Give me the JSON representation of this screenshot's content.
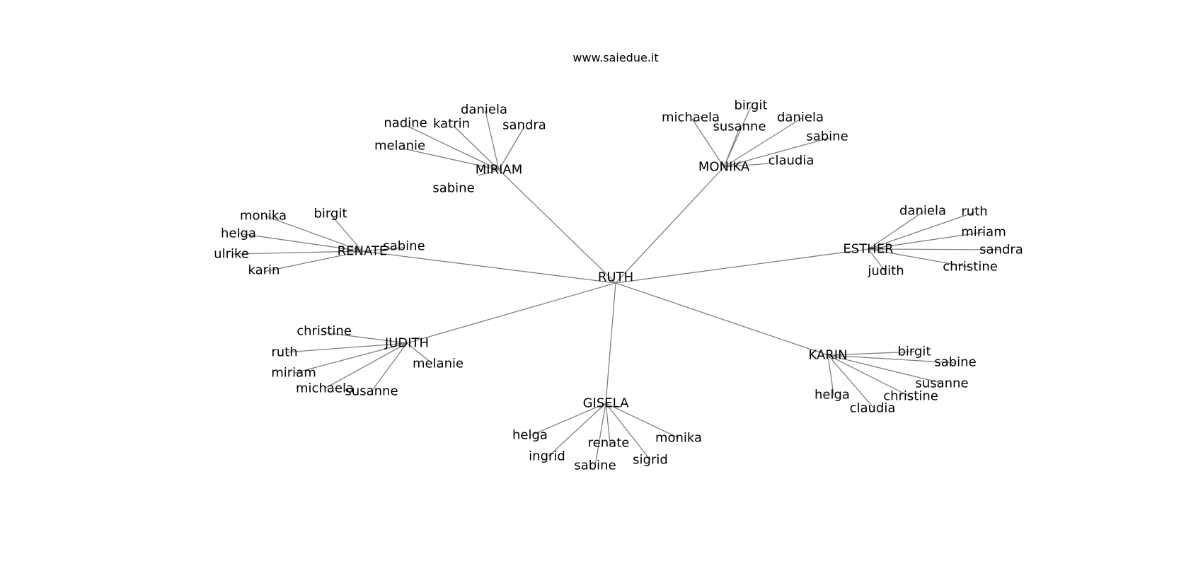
{
  "title": "www.saiedue.it",
  "colors": {
    "edge": "#808080",
    "text": "#000000",
    "background": "#ffffff"
  },
  "root": "RUTH",
  "groups": [
    {
      "name": "MIRIAM",
      "children": [
        "daniela",
        "nadine",
        "katrin",
        "sandra",
        "melanie",
        "sabine"
      ]
    },
    {
      "name": "MONIKA",
      "children": [
        "birgit",
        "michaela",
        "susanne",
        "daniela",
        "sabine",
        "claudia"
      ]
    },
    {
      "name": "RENATE",
      "children": [
        "monika",
        "birgit",
        "helga",
        "sabine",
        "ulrike",
        "karin"
      ]
    },
    {
      "name": "ESTHER",
      "children": [
        "daniela",
        "ruth",
        "miriam",
        "sandra",
        "judith",
        "christine"
      ]
    },
    {
      "name": "JUDITH",
      "children": [
        "christine",
        "ruth",
        "melanie",
        "miriam",
        "michaela",
        "susanne"
      ]
    },
    {
      "name": "KARIN",
      "children": [
        "birgit",
        "sabine",
        "susanne",
        "helga",
        "christine",
        "claudia"
      ]
    },
    {
      "name": "GISELA",
      "children": [
        "helga",
        "monika",
        "renate",
        "ingrid",
        "sigrid",
        "sabine"
      ]
    }
  ]
}
